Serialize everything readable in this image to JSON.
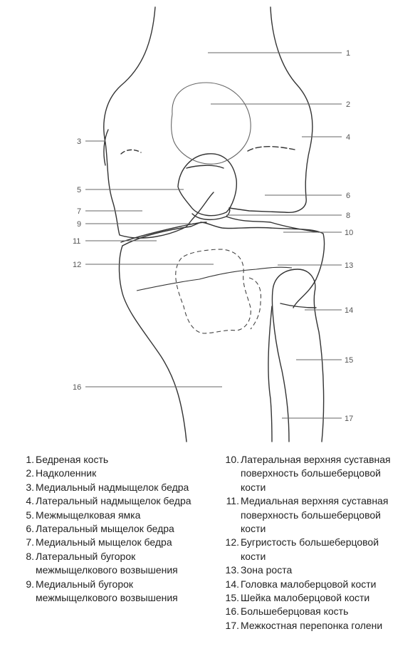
{
  "callouts": {
    "c1": "1",
    "c2": "2",
    "c3": "3",
    "c4": "4",
    "c5": "5",
    "c6": "6",
    "c7": "7",
    "c8": "8",
    "c9": "9",
    "c10": "10",
    "c11": "11",
    "c12": "12",
    "c13": "13",
    "c14": "14",
    "c15": "15",
    "c16": "16",
    "c17": "17"
  },
  "legend_left": [
    {
      "n": "1.",
      "text": "Бедреная кость"
    },
    {
      "n": "2.",
      "text": "Надколенник"
    },
    {
      "n": "3.",
      "text": "Медиальный надмыщелок бедра"
    },
    {
      "n": "4.",
      "text": "Латеральный надмыщелок бедра"
    },
    {
      "n": "5.",
      "text": "Межмыщелковая ямка"
    },
    {
      "n": "6.",
      "text": "Латеральный мыщелок бедра"
    },
    {
      "n": "7.",
      "text": "Медиальный мыщелок бедра"
    },
    {
      "n": "8.",
      "text": "Латеральный бугорок межмыщелкового возвышения"
    },
    {
      "n": "9.",
      "text": "Медиальный бугорок межмыщелкового возвышения"
    }
  ],
  "legend_right": [
    {
      "n": "10.",
      "text": "Латеральная верхняя суставная поверхность большеберцовой кости"
    },
    {
      "n": "11.",
      "text": "Медиальная верхняя суставная поверхность большеберцовой кости"
    },
    {
      "n": "12.",
      "text": "Бугристость большеберцовой кости"
    },
    {
      "n": "13.",
      "text": "Зона роста"
    },
    {
      "n": "14.",
      "text": "Головка малоберцовой кости"
    },
    {
      "n": "15.",
      "text": "Шейка малоберцовой кости"
    },
    {
      "n": "16.",
      "text": "Большеберцовая кость"
    },
    {
      "n": "17.",
      "text": "Межкостная перепонка голени"
    }
  ]
}
